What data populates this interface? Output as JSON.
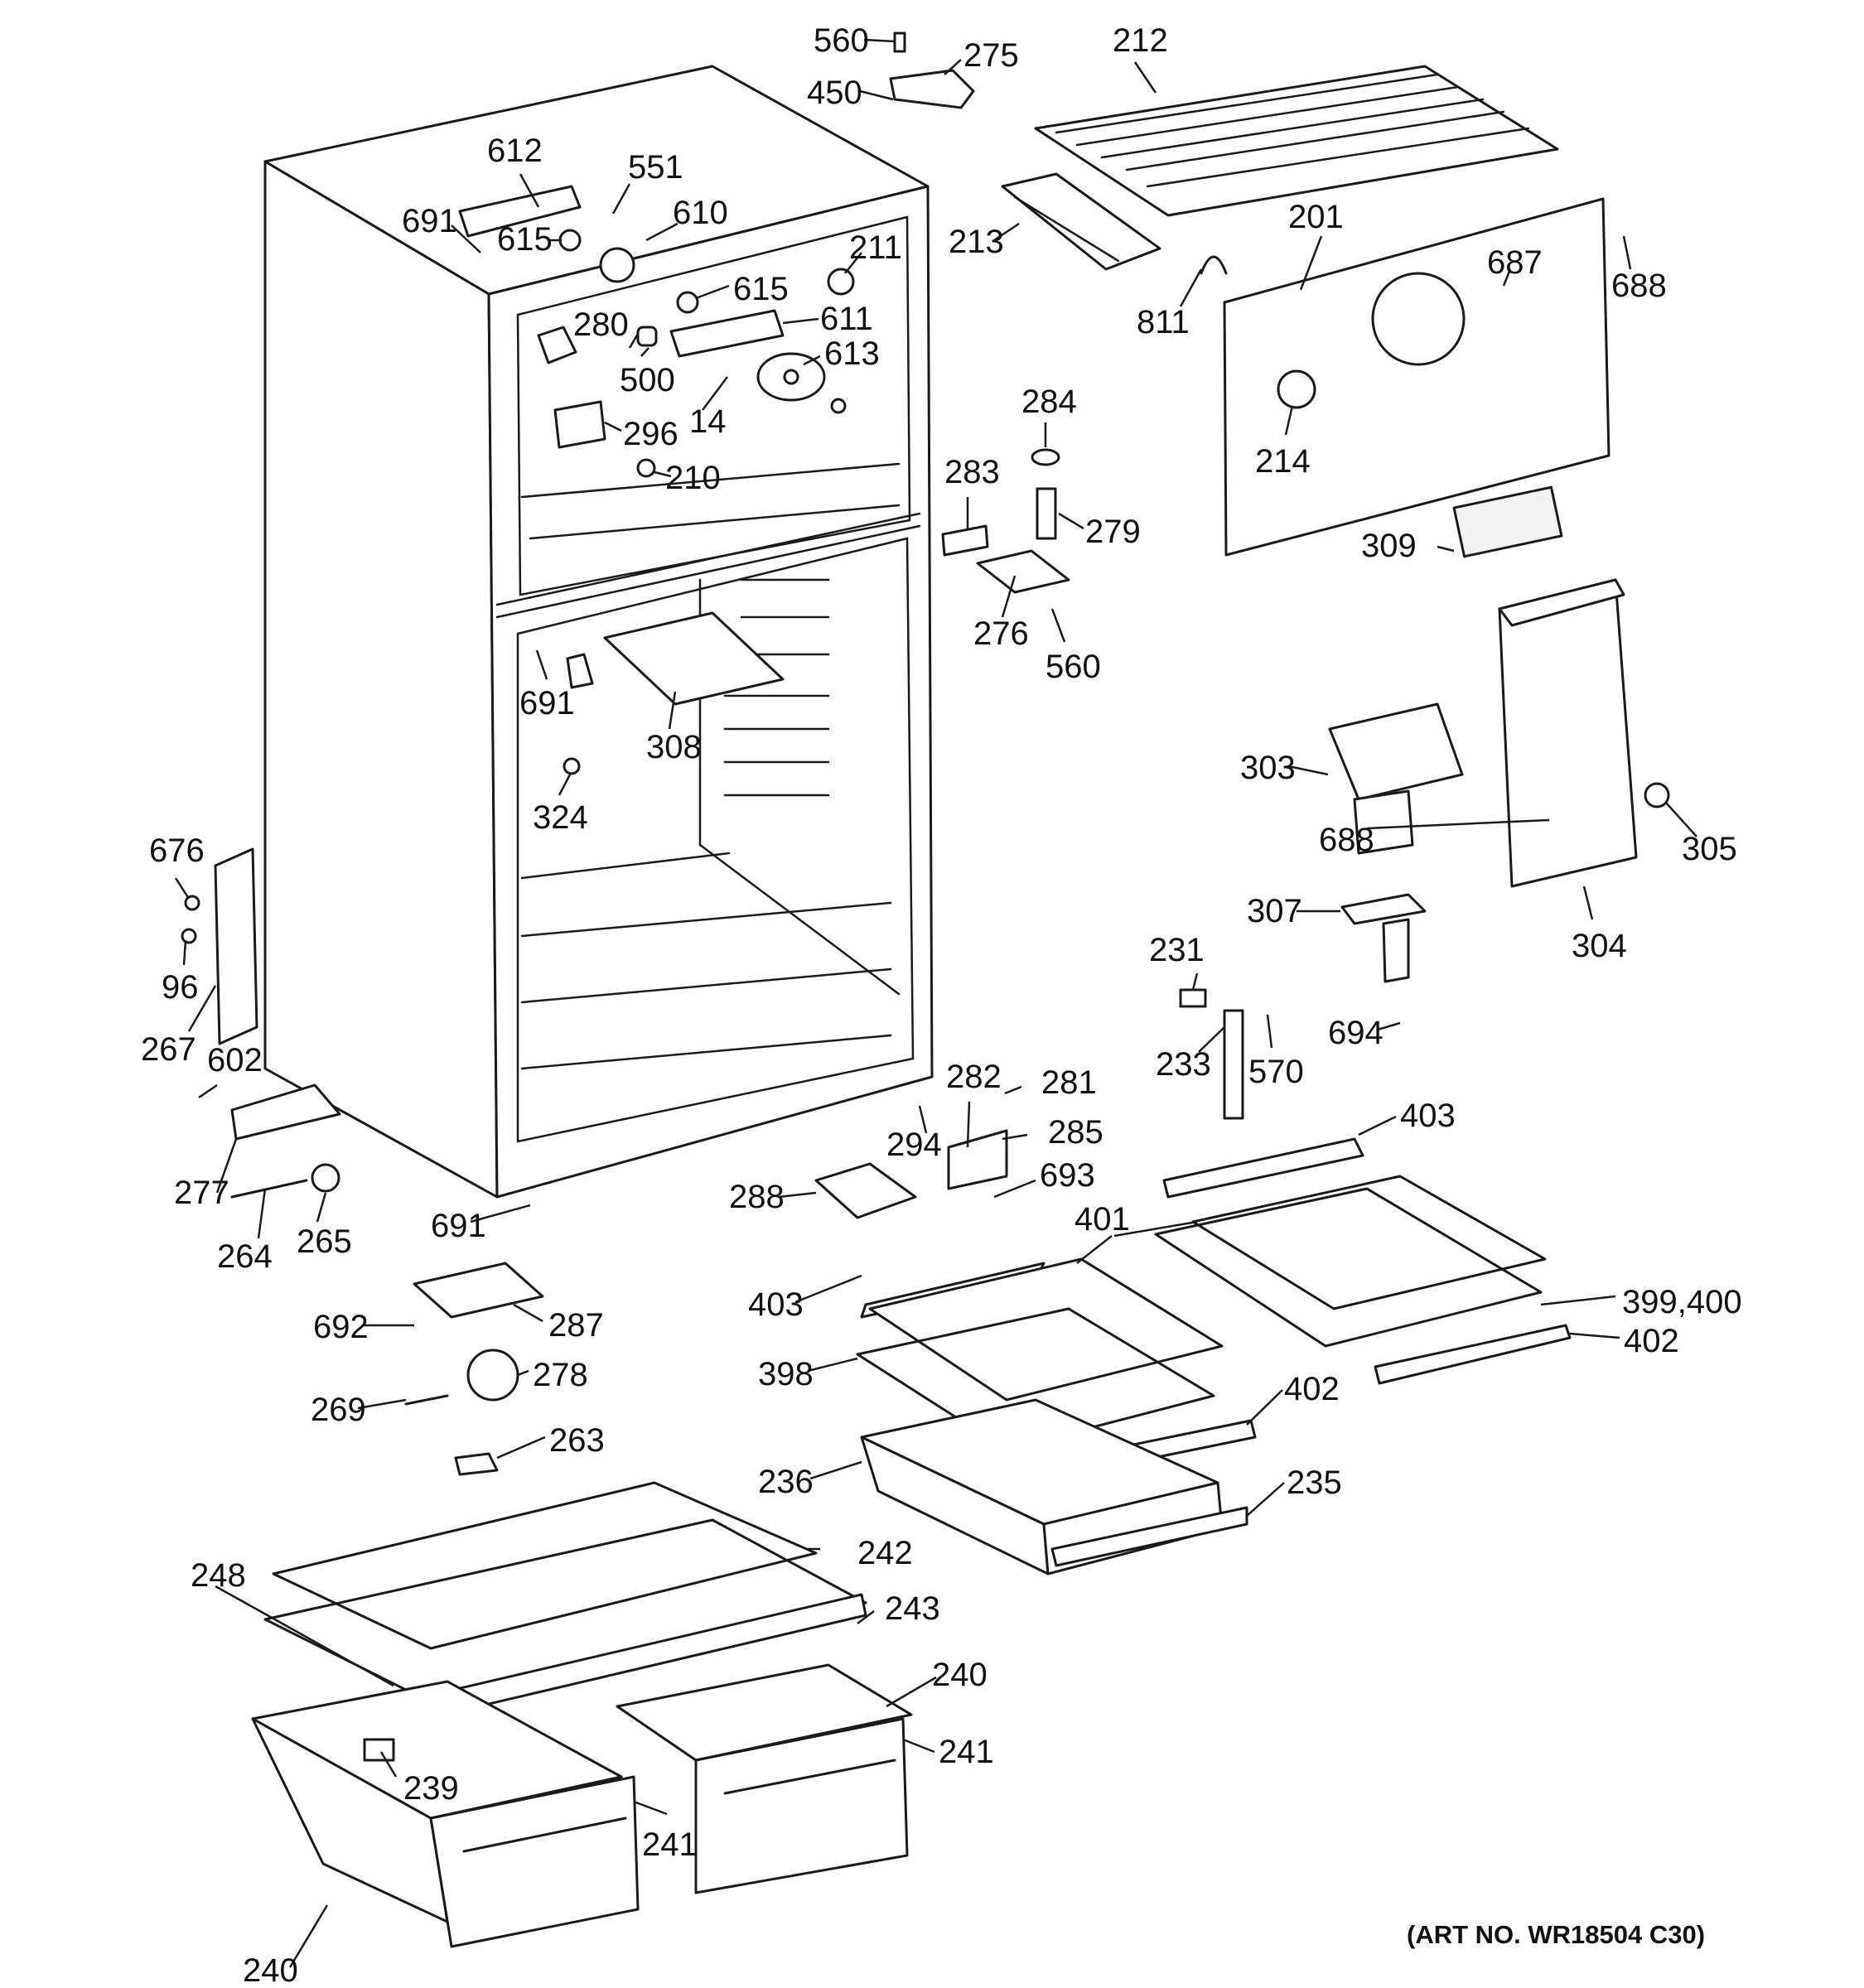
{
  "art_number": "(ART NO. WR18504 C30)",
  "callouts": [
    {
      "id": "c560a",
      "text": "560"
    },
    {
      "id": "c275",
      "text": "275"
    },
    {
      "id": "c450",
      "text": "450"
    },
    {
      "id": "c212",
      "text": "212"
    },
    {
      "id": "c612",
      "text": "612"
    },
    {
      "id": "c551",
      "text": "551"
    },
    {
      "id": "c610",
      "text": "610"
    },
    {
      "id": "c691a",
      "text": "691"
    },
    {
      "id": "c615a",
      "text": "615"
    },
    {
      "id": "c615b",
      "text": "615"
    },
    {
      "id": "c211",
      "text": "211"
    },
    {
      "id": "c611",
      "text": "611"
    },
    {
      "id": "c280",
      "text": "280"
    },
    {
      "id": "c500",
      "text": "500"
    },
    {
      "id": "c613",
      "text": "613"
    },
    {
      "id": "c14",
      "text": "14"
    },
    {
      "id": "c296",
      "text": "296"
    },
    {
      "id": "c210",
      "text": "210"
    },
    {
      "id": "c213",
      "text": "213"
    },
    {
      "id": "c201",
      "text": "201"
    },
    {
      "id": "c687",
      "text": "687"
    },
    {
      "id": "c688a",
      "text": "688"
    },
    {
      "id": "c811",
      "text": "811"
    },
    {
      "id": "c214",
      "text": "214"
    },
    {
      "id": "c284",
      "text": "284"
    },
    {
      "id": "c283",
      "text": "283"
    },
    {
      "id": "c279",
      "text": "279"
    },
    {
      "id": "c309",
      "text": "309"
    },
    {
      "id": "c276",
      "text": "276"
    },
    {
      "id": "c560b",
      "text": "560"
    },
    {
      "id": "c691b",
      "text": "691"
    },
    {
      "id": "c308",
      "text": "308"
    },
    {
      "id": "c324",
      "text": "324"
    },
    {
      "id": "c303",
      "text": "303"
    },
    {
      "id": "c688b",
      "text": "688"
    },
    {
      "id": "c305",
      "text": "305"
    },
    {
      "id": "c304",
      "text": "304"
    },
    {
      "id": "c307",
      "text": "307"
    },
    {
      "id": "c676",
      "text": "676"
    },
    {
      "id": "c96",
      "text": "96"
    },
    {
      "id": "c267",
      "text": "267"
    },
    {
      "id": "c602",
      "text": "602"
    },
    {
      "id": "c231",
      "text": "231"
    },
    {
      "id": "c233",
      "text": "233"
    },
    {
      "id": "c570",
      "text": "570"
    },
    {
      "id": "c694",
      "text": "694"
    },
    {
      "id": "c282",
      "text": "282"
    },
    {
      "id": "c281",
      "text": "281"
    },
    {
      "id": "c294",
      "text": "294"
    },
    {
      "id": "c285",
      "text": "285"
    },
    {
      "id": "c693",
      "text": "693"
    },
    {
      "id": "c403a",
      "text": "403"
    },
    {
      "id": "c277",
      "text": "277"
    },
    {
      "id": "c288",
      "text": "288"
    },
    {
      "id": "c401",
      "text": "401"
    },
    {
      "id": "c264",
      "text": "264"
    },
    {
      "id": "c265",
      "text": "265"
    },
    {
      "id": "c691c",
      "text": "691"
    },
    {
      "id": "c403b",
      "text": "403"
    },
    {
      "id": "c399",
      "text": "399,400"
    },
    {
      "id": "c692",
      "text": "692"
    },
    {
      "id": "c287",
      "text": "287"
    },
    {
      "id": "c402a",
      "text": "402"
    },
    {
      "id": "c398",
      "text": "398"
    },
    {
      "id": "c278",
      "text": "278"
    },
    {
      "id": "c402b",
      "text": "402"
    },
    {
      "id": "c269",
      "text": "269"
    },
    {
      "id": "c263",
      "text": "263"
    },
    {
      "id": "c236",
      "text": "236"
    },
    {
      "id": "c235",
      "text": "235"
    },
    {
      "id": "c248",
      "text": "248"
    },
    {
      "id": "c242",
      "text": "242"
    },
    {
      "id": "c243",
      "text": "243"
    },
    {
      "id": "c240a",
      "text": "240"
    },
    {
      "id": "c241a",
      "text": "241"
    },
    {
      "id": "c239",
      "text": "239"
    },
    {
      "id": "c241b",
      "text": "241"
    },
    {
      "id": "c240b",
      "text": "240"
    }
  ]
}
